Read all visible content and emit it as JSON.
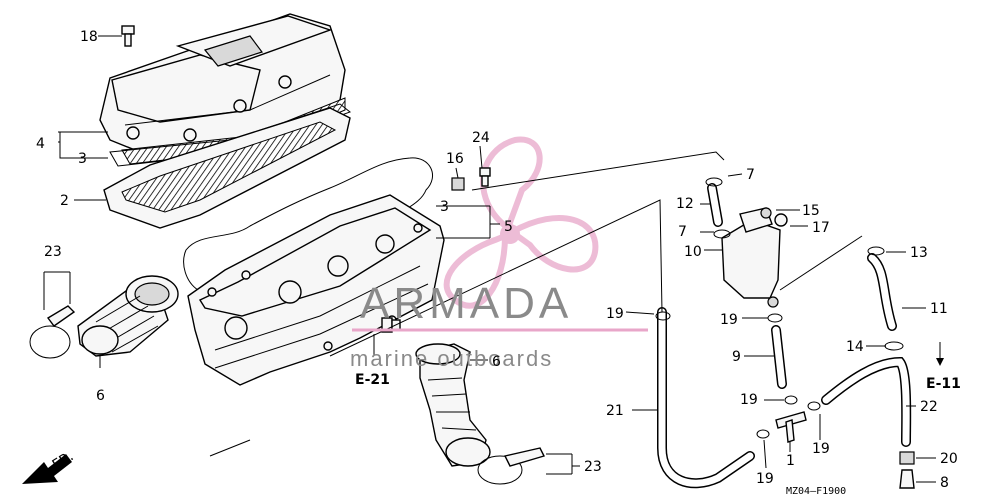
{
  "labels": {
    "p18": "18",
    "p4": "4",
    "p3a": "3",
    "p2": "2",
    "p23a": "23",
    "p6a": "6",
    "p16": "16",
    "p24": "24",
    "p3b": "3",
    "p5": "5",
    "p6b": "6",
    "p7a": "7",
    "p12": "12",
    "p15": "15",
    "p7b": "7",
    "p17": "17",
    "p13": "13",
    "p10": "10",
    "p11": "11",
    "p19a": "19",
    "p19b": "19",
    "p14": "14",
    "p9": "9",
    "p19c": "19",
    "p21": "21",
    "p22": "22",
    "p19d": "19",
    "p1": "1",
    "p19e": "19",
    "p20": "20",
    "p8": "8",
    "p23b": "23"
  },
  "refs": {
    "e21": "E-21",
    "e11": "E-11"
  },
  "front": "FR.",
  "code": "MZ04–F1900",
  "watermark": {
    "title": "ARMADA",
    "subtitle": "marine outboards",
    "accent": "#e8a6c9"
  }
}
